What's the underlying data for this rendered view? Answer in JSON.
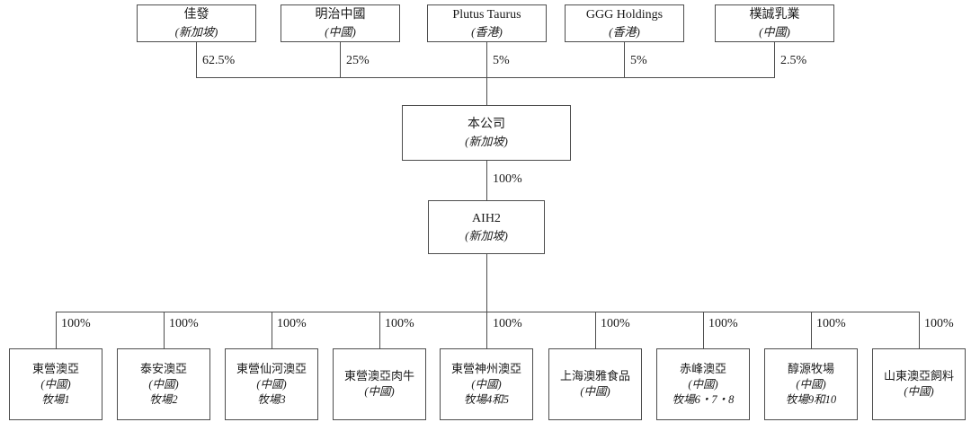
{
  "diagram": {
    "type": "shareholding-structure-chart",
    "colors": {
      "background": "#ffffff",
      "line": "#4d4d4d",
      "text": "#1a1a1a"
    },
    "shareholders": [
      {
        "name": "佳發",
        "location": "(新加坡)",
        "ownership": "62.5%"
      },
      {
        "name": "明治中國",
        "location": "(中國)",
        "ownership": "25%"
      },
      {
        "name": "Plutus Taurus",
        "location": "(香港)",
        "ownership": "5%"
      },
      {
        "name": "GGG Holdings",
        "location": "(香港)",
        "ownership": "5%"
      },
      {
        "name": "樸誠乳業",
        "location": "(中國)",
        "ownership": "2.5%"
      }
    ],
    "company": {
      "name": "本公司",
      "location": "(新加坡)"
    },
    "company_to_aih2_ownership": "100%",
    "aih2": {
      "name": "AIH2",
      "location": "(新加坡)"
    },
    "subsidiaries": [
      {
        "name": "東營澳亞",
        "location": "(中國)",
        "farm": "牧場1",
        "ownership": "100%"
      },
      {
        "name": "泰安澳亞",
        "location": "(中國)",
        "farm": "牧場2",
        "ownership": "100%"
      },
      {
        "name": "東營仙河澳亞",
        "location": "(中國)",
        "farm": "牧場3",
        "ownership": "100%"
      },
      {
        "name": "東營澳亞肉牛",
        "location": "(中國)",
        "farm": "",
        "ownership": "100%"
      },
      {
        "name": "東營神州澳亞",
        "location": "(中國)",
        "farm": "牧場4和5",
        "ownership": "100%"
      },
      {
        "name": "上海澳雅食品",
        "location": "(中國)",
        "farm": "",
        "ownership": "100%"
      },
      {
        "name": "赤峰澳亞",
        "location": "(中國)",
        "farm": "牧場6・7・8",
        "ownership": "100%"
      },
      {
        "name": "醇源牧場",
        "location": "(中國)",
        "farm": "牧場9和10",
        "ownership": "100%"
      },
      {
        "name": "山東澳亞飼料",
        "location": "(中國)",
        "farm": "",
        "ownership": "100%"
      }
    ]
  }
}
